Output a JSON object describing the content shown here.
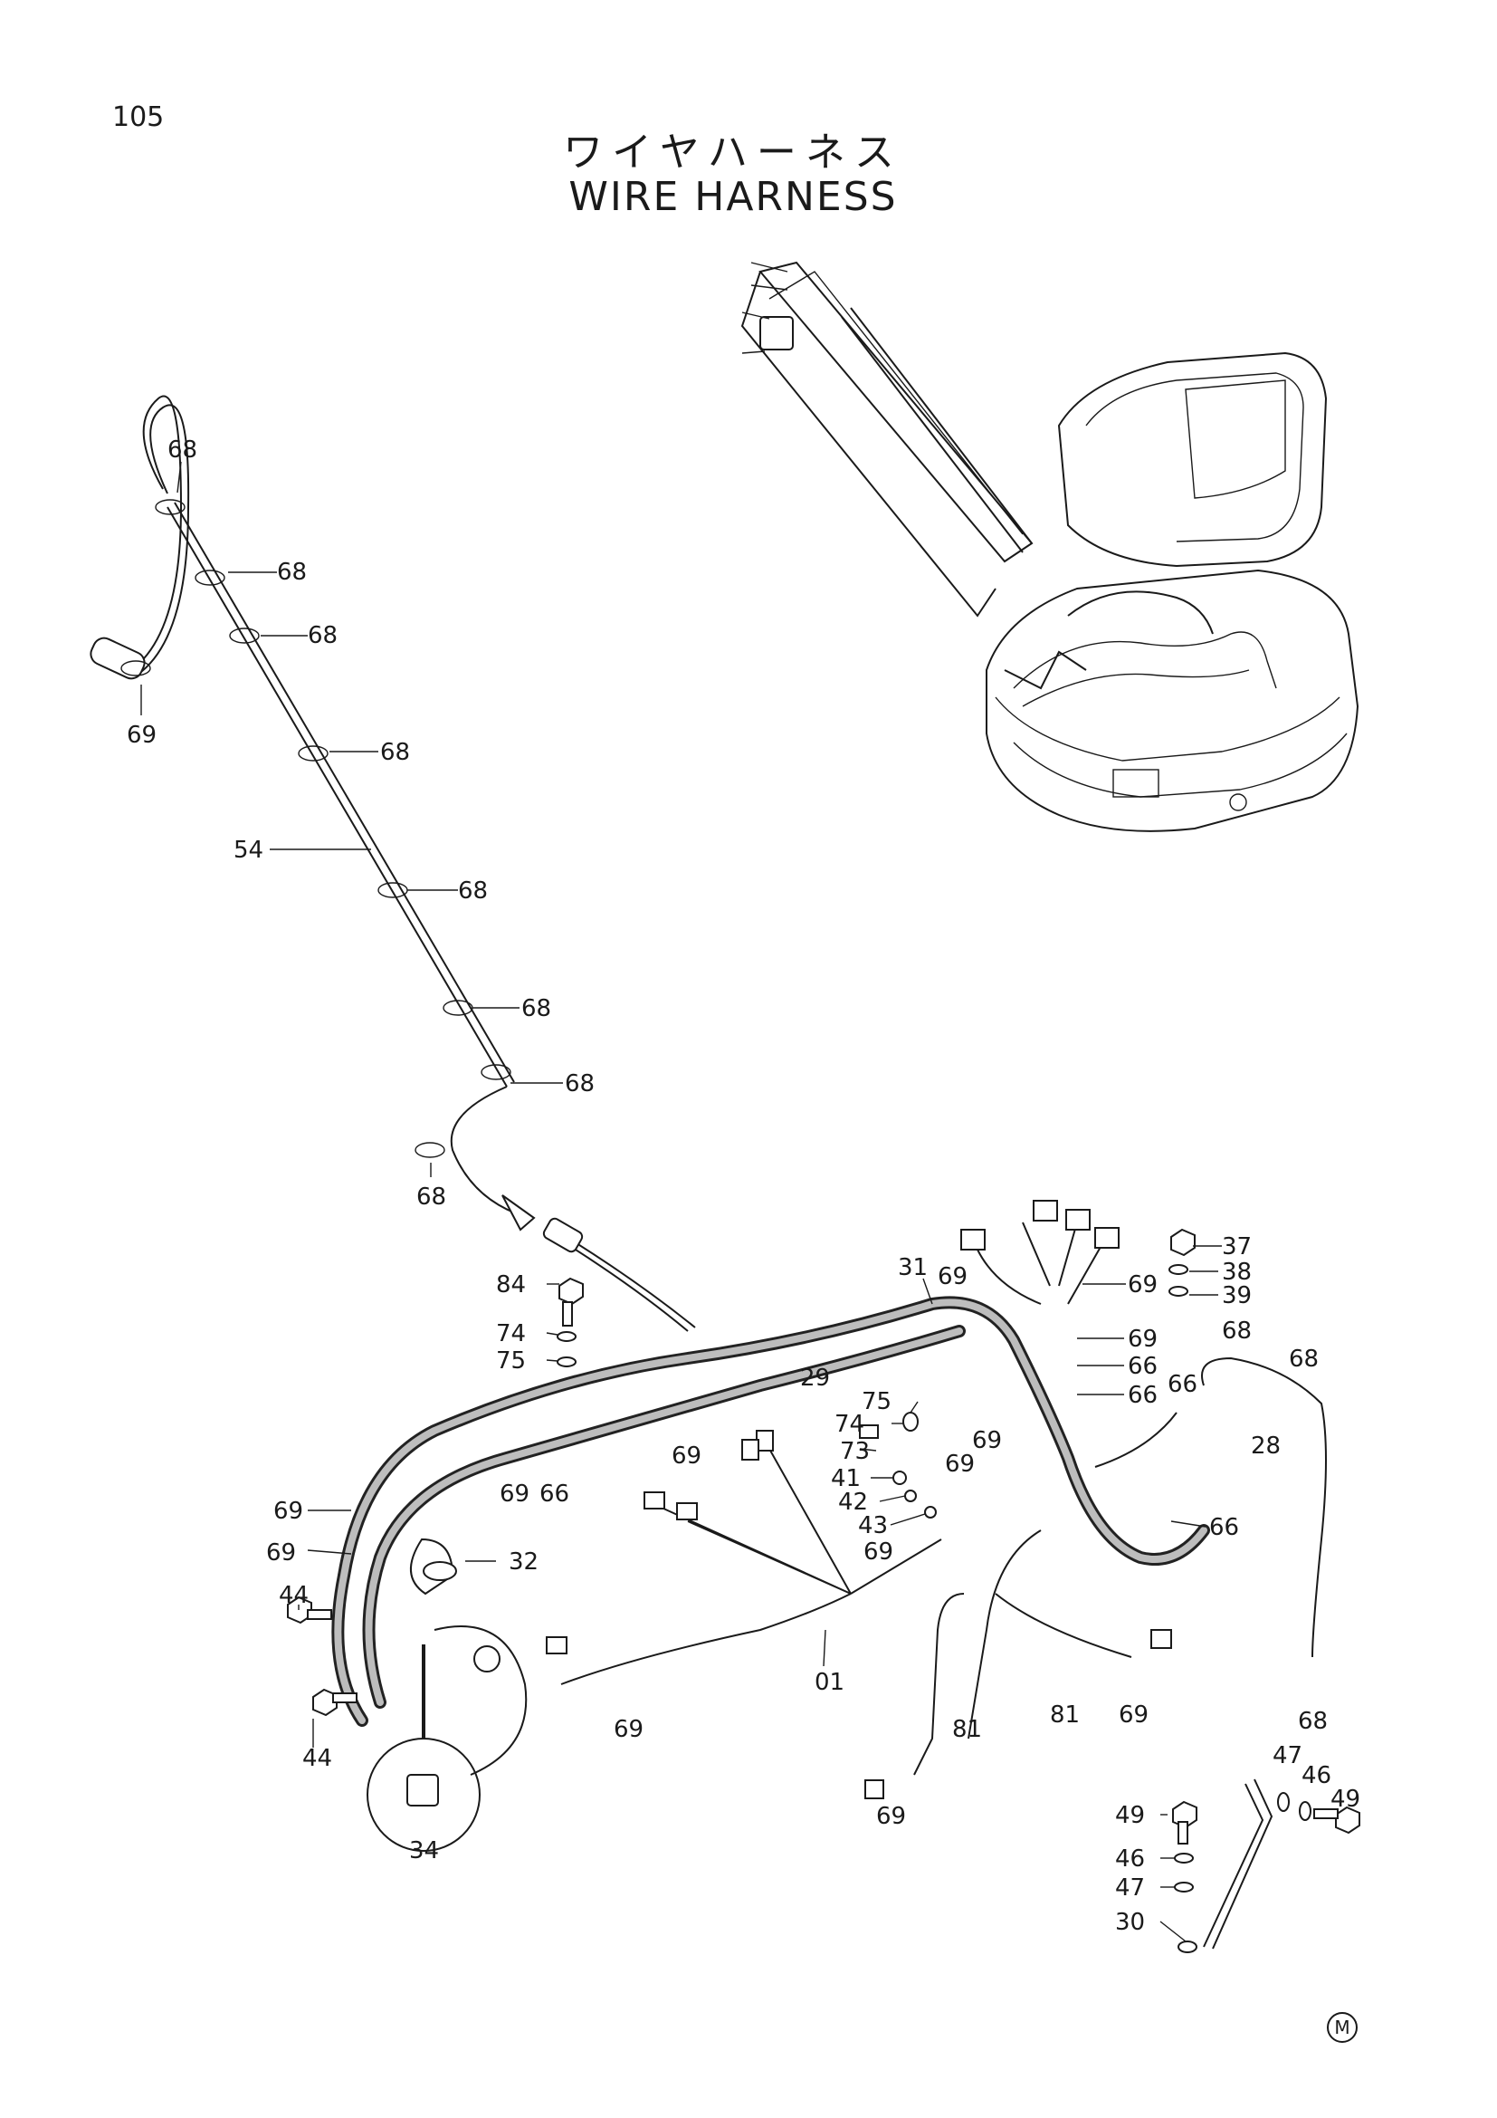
{
  "page_number": "105",
  "title_jp": "ワイヤハーネス",
  "title_en": "WIRE HARNESS",
  "revision_mark": "M",
  "callouts": [
    {
      "id": "c68a",
      "label": "68"
    },
    {
      "id": "c68b",
      "label": "68"
    },
    {
      "id": "c68c",
      "label": "68"
    },
    {
      "id": "c69a",
      "label": "69"
    },
    {
      "id": "c68d",
      "label": "68"
    },
    {
      "id": "c54",
      "label": "54"
    },
    {
      "id": "c68e",
      "label": "68"
    },
    {
      "id": "c68f",
      "label": "68"
    },
    {
      "id": "c68g",
      "label": "68"
    },
    {
      "id": "c68h",
      "label": "68"
    },
    {
      "id": "c84",
      "label": "84"
    },
    {
      "id": "c74a",
      "label": "74"
    },
    {
      "id": "c75a",
      "label": "75"
    },
    {
      "id": "c31",
      "label": "31"
    },
    {
      "id": "c69b",
      "label": "69"
    },
    {
      "id": "c69c",
      "label": "69"
    },
    {
      "id": "c69d",
      "label": "69"
    },
    {
      "id": "c66a",
      "label": "66"
    },
    {
      "id": "c66b",
      "label": "66"
    },
    {
      "id": "c37",
      "label": "37"
    },
    {
      "id": "c38",
      "label": "38"
    },
    {
      "id": "c39",
      "label": "39"
    },
    {
      "id": "c68i",
      "label": "68"
    },
    {
      "id": "c68j",
      "label": "68"
    },
    {
      "id": "c29",
      "label": "29"
    },
    {
      "id": "c75b",
      "label": "75"
    },
    {
      "id": "c74b",
      "label": "74"
    },
    {
      "id": "c73",
      "label": "73"
    },
    {
      "id": "c69e",
      "label": "69"
    },
    {
      "id": "c69f",
      "label": "69"
    },
    {
      "id": "c41",
      "label": "41"
    },
    {
      "id": "c42",
      "label": "42"
    },
    {
      "id": "c43",
      "label": "43"
    },
    {
      "id": "c28",
      "label": "28"
    },
    {
      "id": "c69g",
      "label": "69"
    },
    {
      "id": "c66c",
      "label": "66"
    },
    {
      "id": "c69h",
      "label": "69"
    },
    {
      "id": "c69i",
      "label": "69"
    },
    {
      "id": "c66d",
      "label": "66"
    },
    {
      "id": "c69j",
      "label": "69"
    },
    {
      "id": "c69k",
      "label": "69"
    },
    {
      "id": "c32",
      "label": "32"
    },
    {
      "id": "c66e",
      "label": "66"
    },
    {
      "id": "c44a",
      "label": "44"
    },
    {
      "id": "c44b",
      "label": "44"
    },
    {
      "id": "c01",
      "label": "01"
    },
    {
      "id": "c69l",
      "label": "69"
    },
    {
      "id": "c81a",
      "label": "81"
    },
    {
      "id": "c81b",
      "label": "81"
    },
    {
      "id": "c69m",
      "label": "69"
    },
    {
      "id": "c68k",
      "label": "68"
    },
    {
      "id": "c34",
      "label": "34"
    },
    {
      "id": "c69n",
      "label": "69"
    },
    {
      "id": "c47a",
      "label": "47"
    },
    {
      "id": "c46a",
      "label": "46"
    },
    {
      "id": "c49a",
      "label": "49"
    },
    {
      "id": "c49b",
      "label": "49"
    },
    {
      "id": "c46b",
      "label": "46"
    },
    {
      "id": "c47b",
      "label": "47"
    },
    {
      "id": "c30",
      "label": "30"
    }
  ]
}
